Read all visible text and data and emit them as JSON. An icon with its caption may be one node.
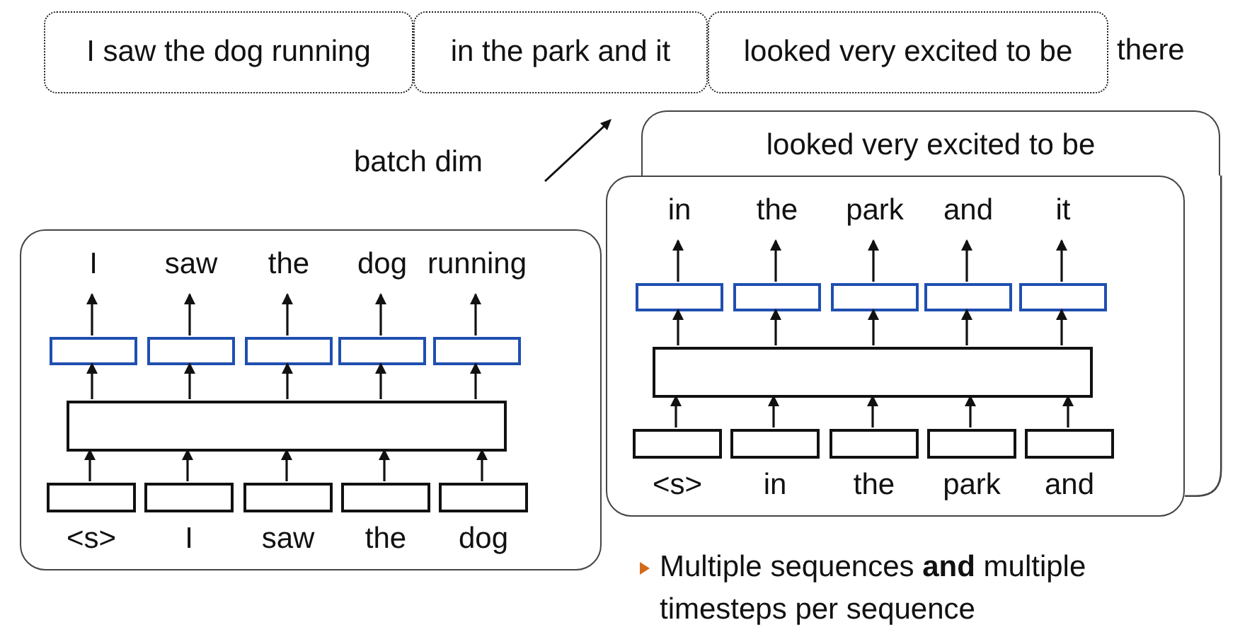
{
  "diagram": {
    "nodes": [
      {
        "text": [
          "I saw the dog running"
        ]
      },
      {
        "text": [
          "in the park and it"
        ]
      },
      {
        "text": [
          "looked very excited to be"
        ]
      },
      {
        "text": [
          "looked very excited to be"
        ]
      },
      {
        "text": [],
        "shape": "box"
      },
      {
        "text": [
          "in"
        ],
        "in": 4
      },
      {
        "text": [
          "the"
        ],
        "in": 4
      },
      {
        "text": [
          "park"
        ],
        "in": 4
      },
      {
        "text": [
          "and"
        ],
        "in": 4
      },
      {
        "text": [
          "it"
        ],
        "in": 4
      },
      {
        "text": [],
        "shape": "box",
        "in": 4
      },
      {
        "text": [],
        "shape": "box",
        "in": 4
      },
      {
        "text": [],
        "shape": "box",
        "in": 4
      },
      {
        "text": [],
        "shape": "box",
        "in": 4
      },
      {
        "text": [],
        "shape": "box",
        "in": 4
      },
      {
        "text": [],
        "shape": "box",
        "in": 4
      },
      {
        "text": [],
        "shape": "box",
        "in": 4,
        "beside": [
          "<s>"
        ]
      },
      {
        "text": [],
        "shape": "box",
        "in": 4,
        "beside": [
          "in"
        ]
      },
      {
        "text": [],
        "shape": "box",
        "in": 4,
        "beside": [
          "the"
        ]
      },
      {
        "text": [],
        "shape": "box",
        "in": 4,
        "beside": [
          "park"
        ]
      },
      {
        "text": [],
        "shape": "box",
        "in": 4,
        "beside": [
          "and"
        ]
      },
      {
        "text": [],
        "shape": "box"
      },
      {
        "text": [
          "I"
        ],
        "in": 21
      },
      {
        "text": [
          "saw"
        ],
        "in": 21
      },
      {
        "text": [
          "the"
        ],
        "in": 21
      },
      {
        "text": [
          "dog"
        ],
        "in": 21
      },
      {
        "text": [
          "running"
        ],
        "in": 21
      },
      {
        "text": [],
        "shape": "box",
        "in": 21
      },
      {
        "text": [],
        "shape": "box",
        "in": 21
      },
      {
        "text": [],
        "shape": "box",
        "in": 21
      },
      {
        "text": [],
        "shape": "box",
        "in": 21
      },
      {
        "text": [],
        "shape": "box",
        "in": 21
      },
      {
        "text": [],
        "shape": "box",
        "in": 21
      },
      {
        "text": [],
        "shape": "box",
        "in": 21,
        "beside": [
          "<s>"
        ]
      },
      {
        "text": [],
        "shape": "box",
        "in": 21,
        "beside": [
          "I"
        ]
      },
      {
        "text": [],
        "shape": "box",
        "in": 21,
        "beside": [
          "saw"
        ]
      },
      {
        "text": [],
        "shape": "box",
        "in": 21,
        "beside": [
          "the"
        ]
      },
      {
        "text": [],
        "shape": "box",
        "in": 21,
        "beside": [
          "dog"
        ]
      }
    ],
    "edges": [
      {
        "from": 16,
        "to": 15,
        "arrow": "to"
      },
      {
        "from": 17,
        "to": 15,
        "arrow": "to"
      },
      {
        "from": 18,
        "to": 15,
        "arrow": "to"
      },
      {
        "from": 19,
        "to": 15,
        "arrow": "to"
      },
      {
        "from": 20,
        "to": 15,
        "arrow": "to"
      },
      {
        "from": 15,
        "to": 10,
        "arrow": "to"
      },
      {
        "from": 15,
        "to": 11,
        "arrow": "to"
      },
      {
        "from": 15,
        "to": 12,
        "arrow": "to"
      },
      {
        "from": 15,
        "to": 13,
        "arrow": "to"
      },
      {
        "from": 15,
        "to": 14,
        "arrow": "to"
      },
      {
        "from": 10,
        "to": 5,
        "arrow": "to"
      },
      {
        "from": 11,
        "to": 6,
        "arrow": "to"
      },
      {
        "from": 12,
        "to": 7,
        "arrow": "to"
      },
      {
        "from": 13,
        "to": 8,
        "arrow": "to"
      },
      {
        "from": 14,
        "to": 9,
        "arrow": "to"
      },
      {
        "from": 33,
        "to": 32,
        "arrow": "to"
      },
      {
        "from": 34,
        "to": 32,
        "arrow": "to"
      },
      {
        "from": 35,
        "to": 32,
        "arrow": "to"
      },
      {
        "from": 36,
        "to": 32,
        "arrow": "to"
      },
      {
        "from": 37,
        "to": 32,
        "arrow": "to"
      },
      {
        "from": 32,
        "to": 27,
        "arrow": "to"
      },
      {
        "from": 32,
        "to": 28,
        "arrow": "to"
      },
      {
        "from": 32,
        "to": 29,
        "arrow": "to"
      },
      {
        "from": 32,
        "to": 30,
        "arrow": "to"
      },
      {
        "from": 32,
        "to": 31,
        "arrow": "to"
      },
      {
        "from": 27,
        "to": 22,
        "arrow": "to"
      },
      {
        "from": 28,
        "to": 23,
        "arrow": "to"
      },
      {
        "from": 29,
        "to": 24,
        "arrow": "to"
      },
      {
        "from": 30,
        "to": 25,
        "arrow": "to"
      },
      {
        "from": 31,
        "to": 26,
        "arrow": "to"
      }
    ],
    "labels": [
      "there",
      "batch dim",
      "Multiple sequences **and** multiple timesteps per sequence"
    ]
  }
}
